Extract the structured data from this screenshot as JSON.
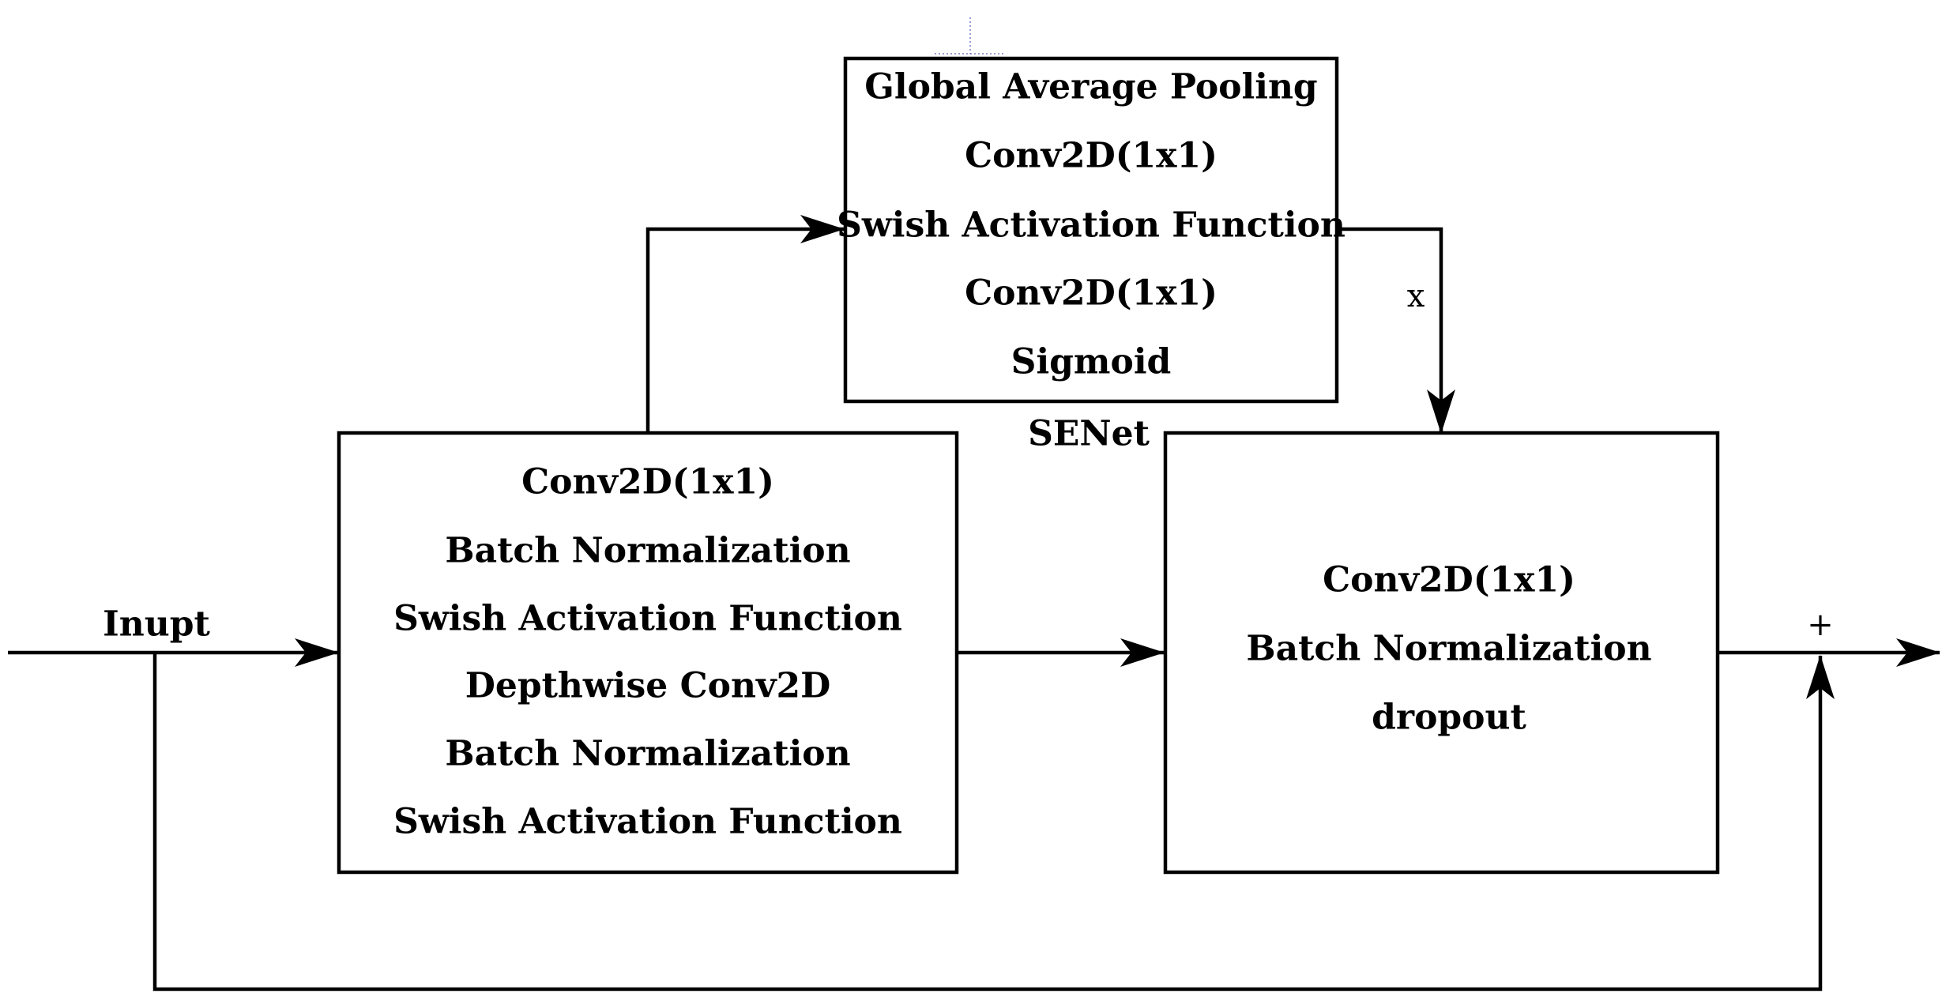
{
  "input_label": "Inupt",
  "multiply_label": "x",
  "add_label": "+",
  "senet": {
    "caption": "SENet",
    "lines": [
      "Global Average Pooling",
      "Conv2D(1x1)",
      "Swish Activation Function",
      "Conv2D(1x1)",
      "Sigmoid"
    ]
  },
  "block_left": {
    "lines": [
      "Conv2D(1x1)",
      "Batch Normalization",
      "Swish Activation Function",
      "Depthwise Conv2D",
      "Batch Normalization",
      "Swish Activation Function"
    ]
  },
  "block_right": {
    "lines": [
      "Conv2D(1x1)",
      "Batch Normalization",
      "dropout"
    ]
  }
}
